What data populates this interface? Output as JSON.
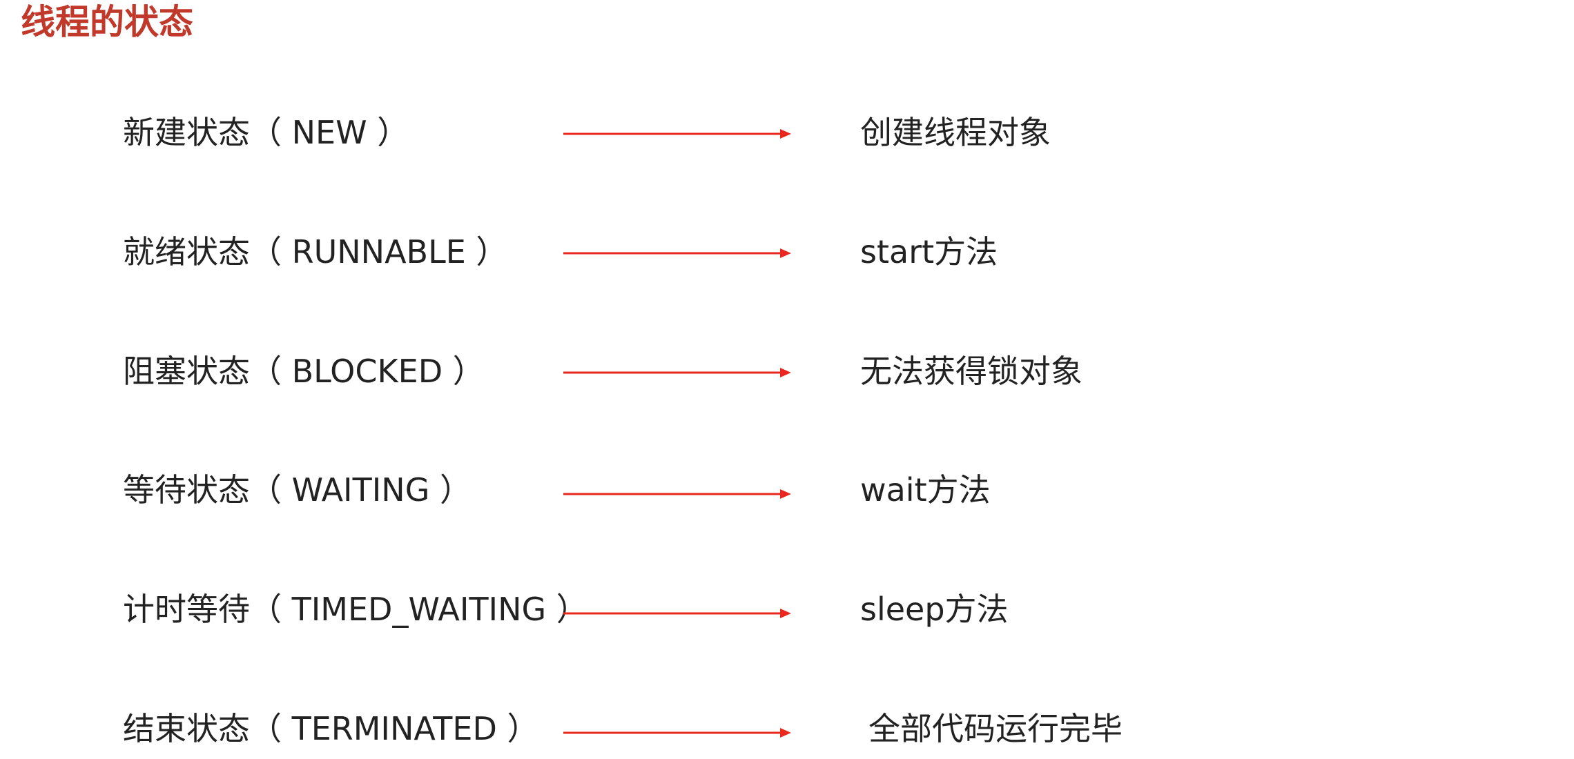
{
  "title": "线程的状态",
  "accent_color": "#e8281e",
  "title_color": "#c0392b",
  "arrow_icon": "right-arrow-icon",
  "rows": [
    {
      "state": "新建状态（ NEW ）",
      "desc": "创建线程对象"
    },
    {
      "state": "就绪状态（ RUNNABLE ）",
      "desc": "start方法"
    },
    {
      "state": "阻塞状态（ BLOCKED ）",
      "desc": "无法获得锁对象"
    },
    {
      "state": "等待状态（ WAITING ）",
      "desc": "wait方法"
    },
    {
      "state": "计时等待（ TIMED_WAITING ）",
      "desc": "sleep方法"
    },
    {
      "state": "结束状态（ TERMINATED ）",
      "desc": "全部代码运行完毕"
    }
  ]
}
